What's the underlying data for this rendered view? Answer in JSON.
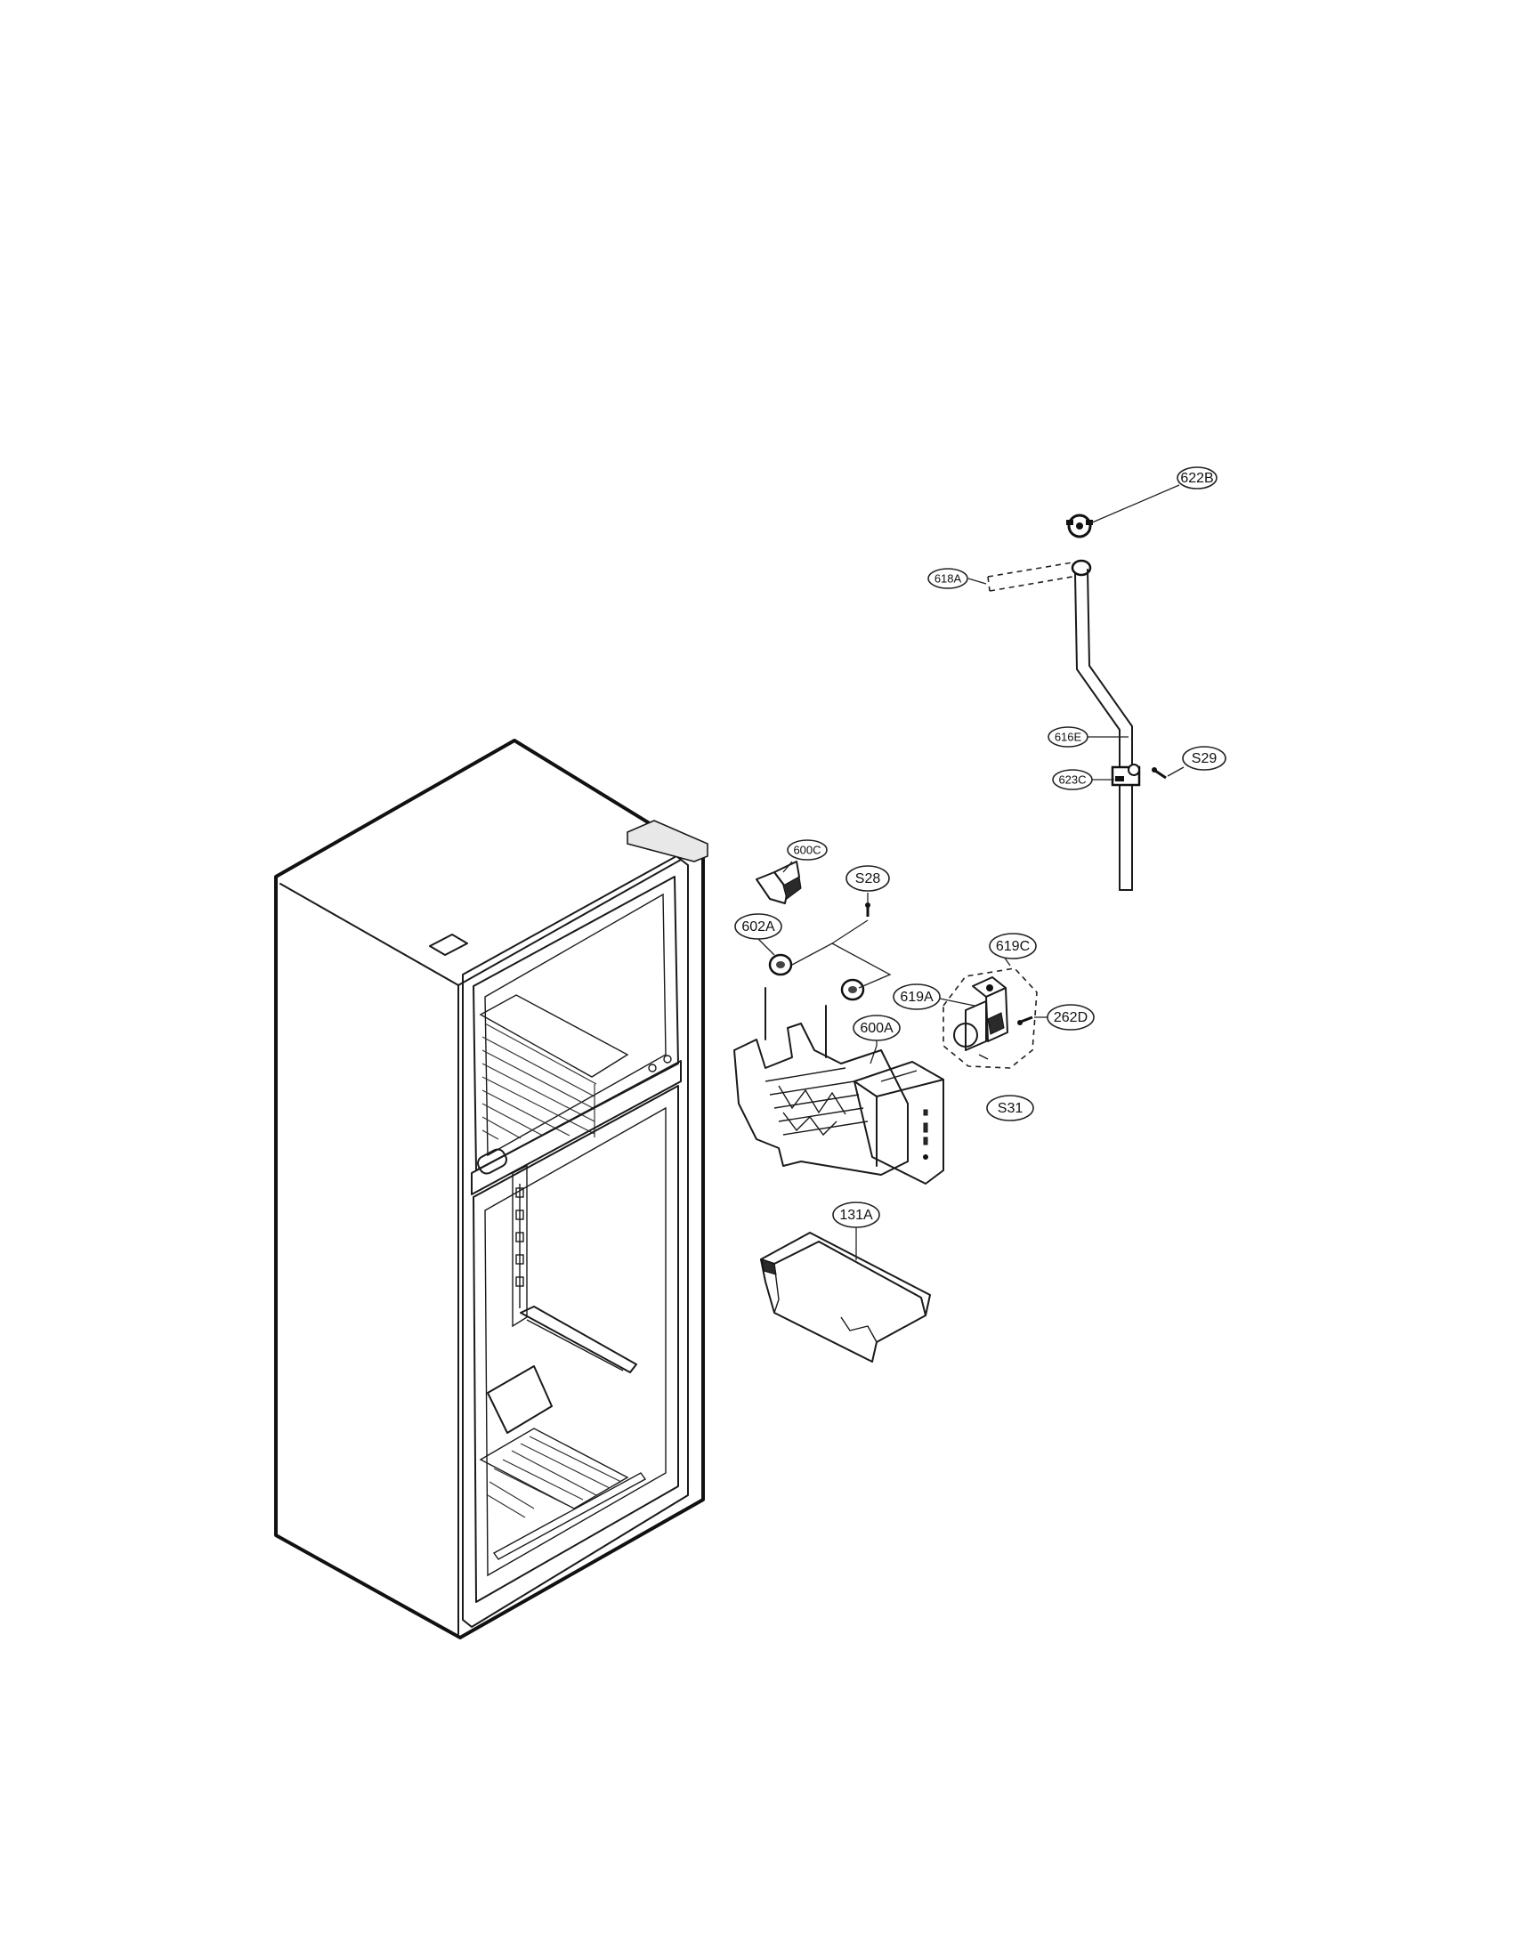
{
  "labels": {
    "l622B": "622B",
    "l618A": "618A",
    "l616E": "616E",
    "l623C": "623C",
    "lS29": "S29",
    "l600C": "600C",
    "lS28": "S28",
    "l602A": "602A",
    "l619C": "619C",
    "l619A": "619A",
    "l262D": "262D",
    "l600A": "600A",
    "lS31": "S31",
    "l131A": "131A"
  }
}
